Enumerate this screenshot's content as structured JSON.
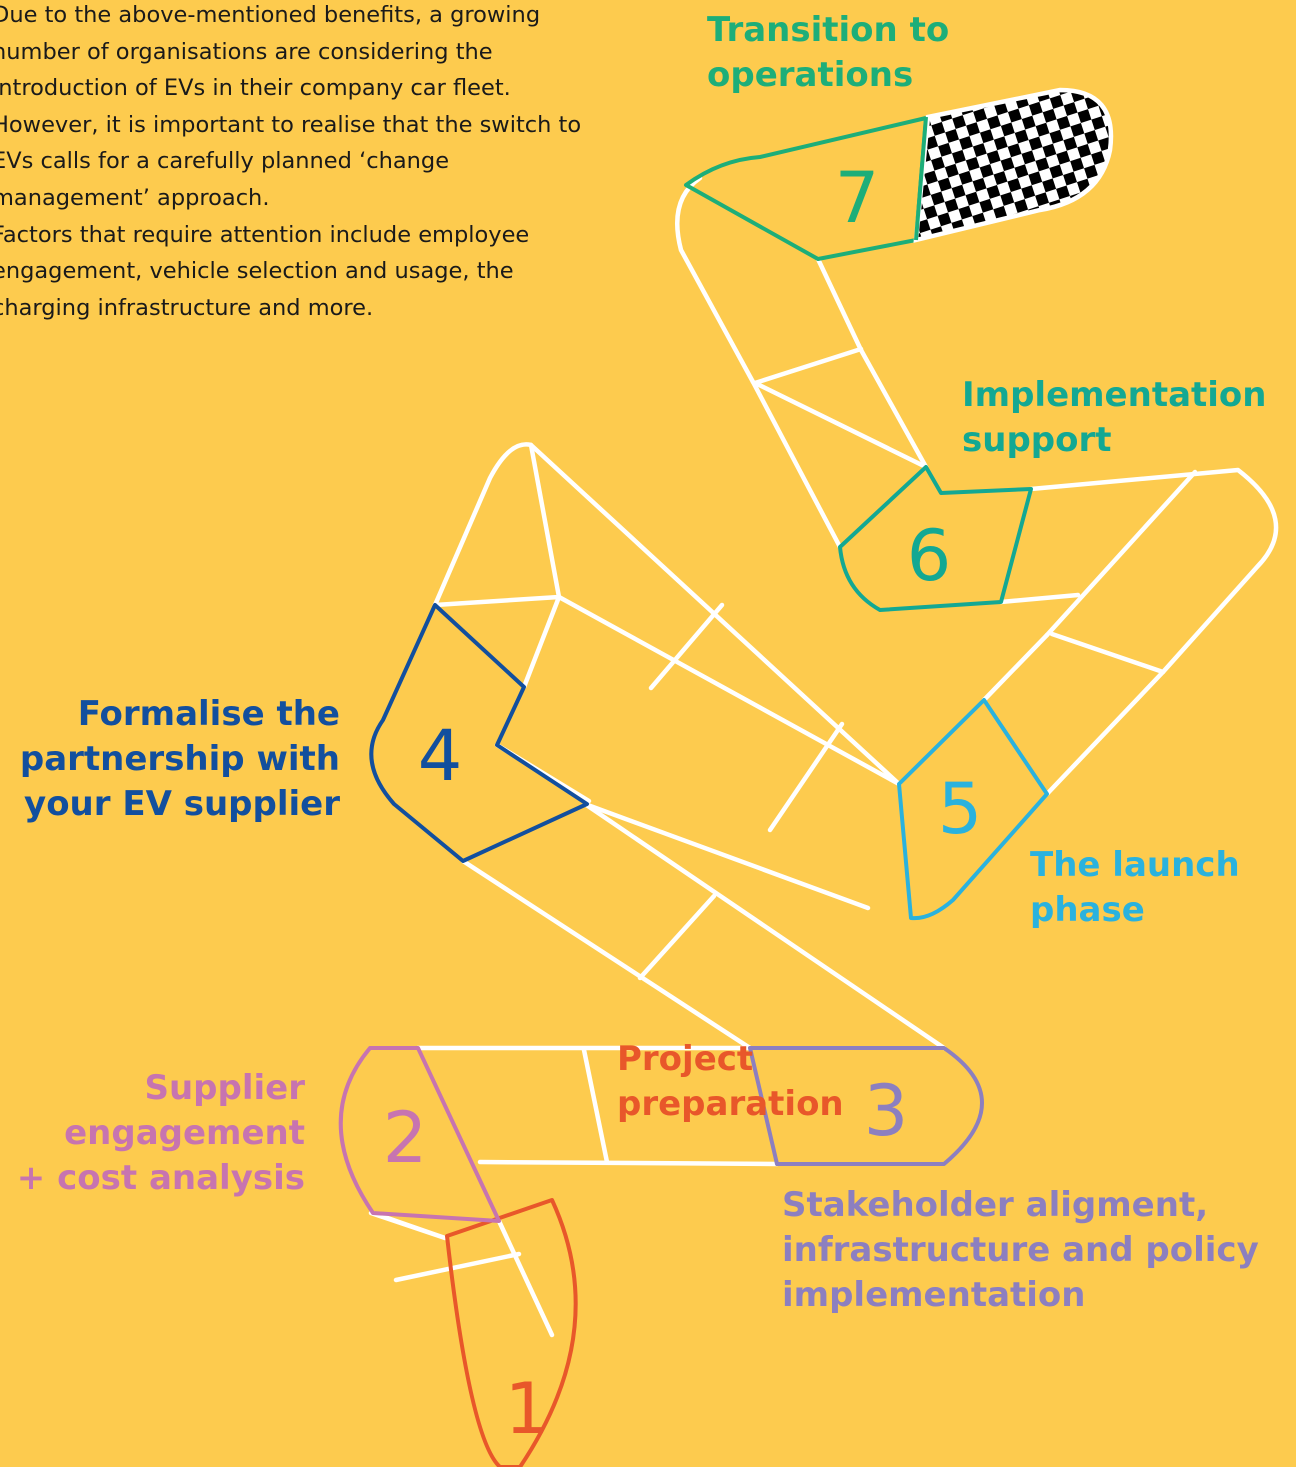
{
  "intro": {
    "paragraph_1": "Due to the above-mentioned benefits, a growing number of organisations are considering the introduction of EVs in their company car fleet. However, it is important to realise that the switch to EVs calls for a carefully planned ‘change management’ approach.",
    "paragraph_2": "Factors that require attention include employee engagement, vehicle selection and usage, the charging infrastructure and more."
  },
  "colors": {
    "background": "#FDCB4E",
    "track": "#FFFFFF",
    "step1": "#E8572A",
    "step2": "#C774B0",
    "step3": "#8C7FC0",
    "step4": "#124F9E",
    "step5": "#2AB2DE",
    "step6": "#13A893",
    "step7": "#1DAE79",
    "finish_black": "#000000",
    "finish_white": "#FFFFFF"
  },
  "steps": [
    {
      "number": "1",
      "label": "Project\npreparation"
    },
    {
      "number": "2",
      "label": "Supplier\nengagement\n+ cost analysis"
    },
    {
      "number": "3",
      "label": "Stakeholder aligment,\ninfrastructure and policy\nimplementation"
    },
    {
      "number": "4",
      "label": "Formalise the\npartnership with\nyour EV supplier"
    },
    {
      "number": "5",
      "label": "The launch\nphase"
    },
    {
      "number": "6",
      "label": "Implementation\nsupport"
    },
    {
      "number": "7",
      "label": "Transition to\noperations"
    }
  ],
  "icons": {
    "finish": "checkered-flag-icon"
  }
}
